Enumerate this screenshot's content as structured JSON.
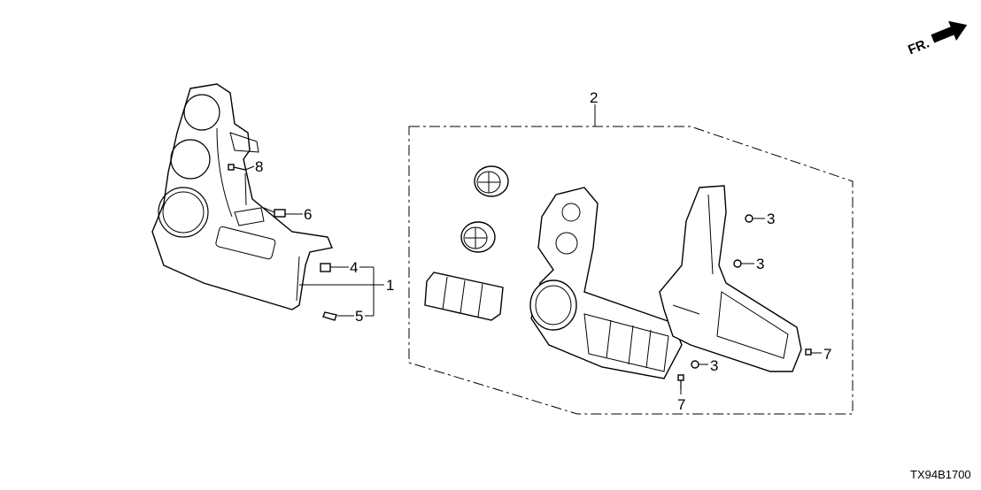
{
  "diagram": {
    "direction_indicator": "FR.",
    "diagram_code": "TX94B1700",
    "callouts": {
      "c1": "1",
      "c2": "2",
      "c3a": "3",
      "c3b": "3",
      "c3c": "3",
      "c4": "4",
      "c5": "5",
      "c6": "6",
      "c7a": "7",
      "c7b": "7",
      "c8": "8"
    }
  }
}
